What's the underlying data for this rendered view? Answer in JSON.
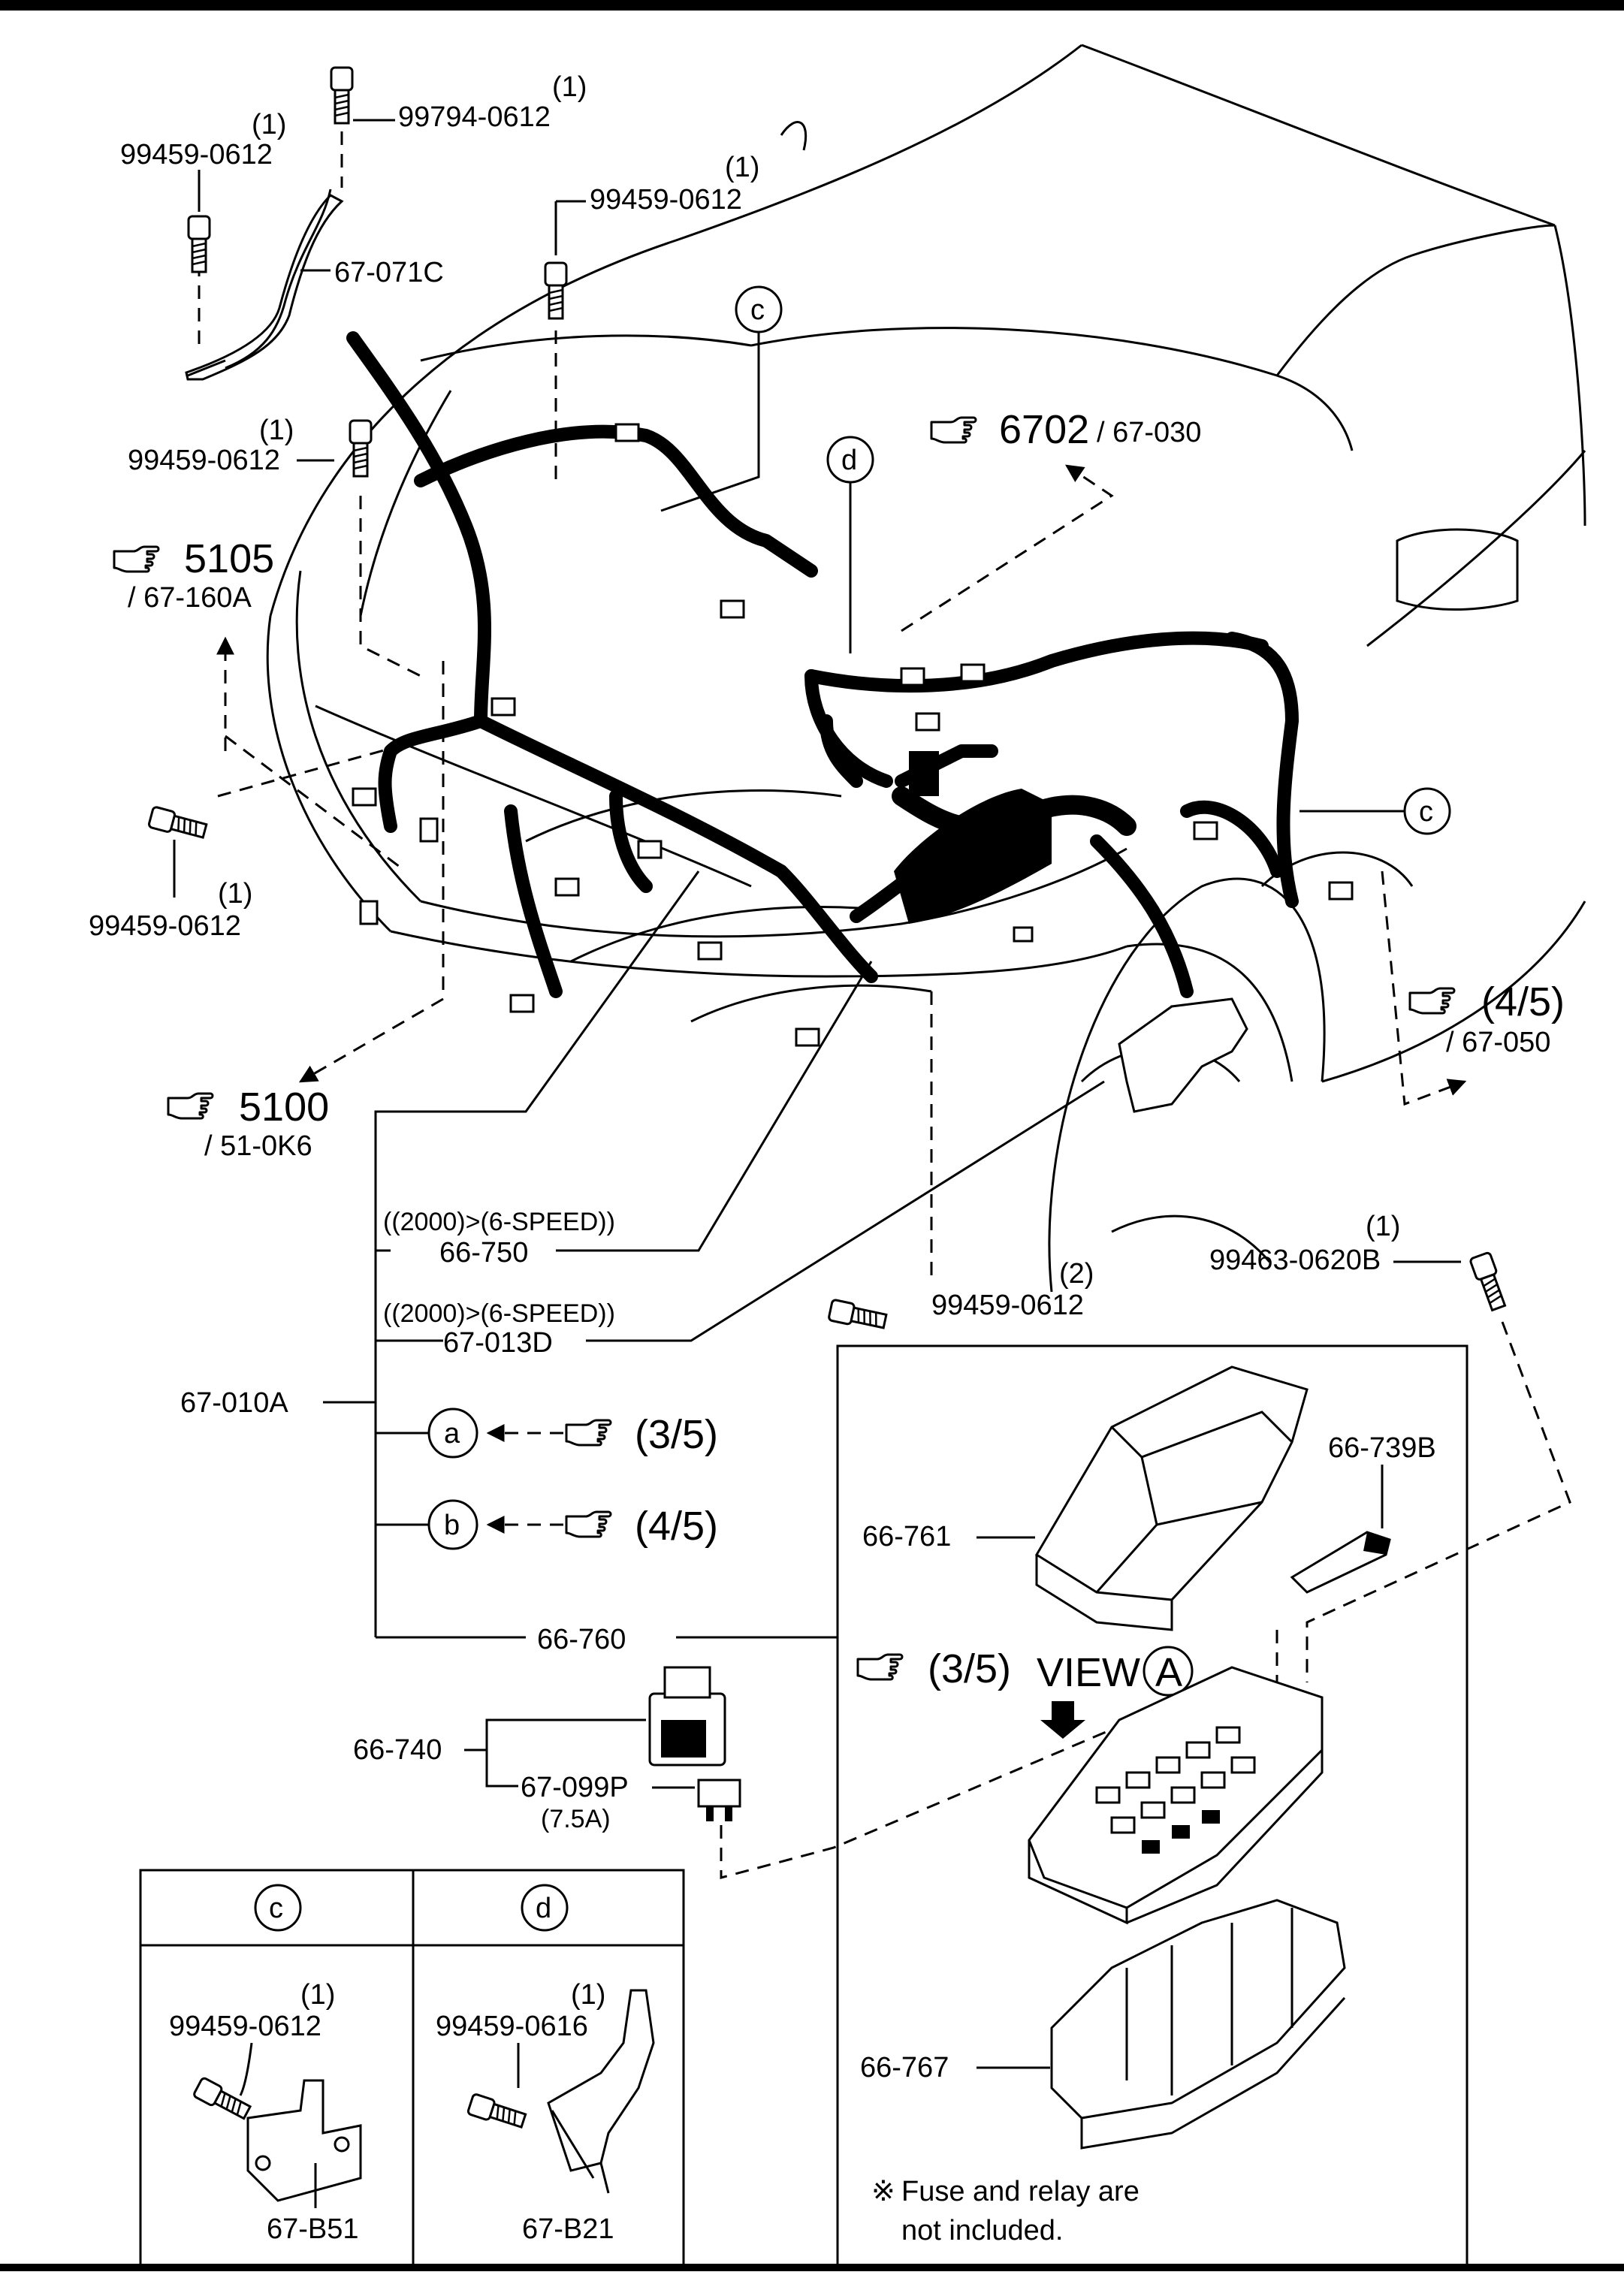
{
  "labels": {
    "bolt_tl_qty": "(1)",
    "bolt_tl_pn": "99459-0612",
    "bolt_top_qty": "(1)",
    "bolt_top_pn": "99794-0612",
    "bracket_pn": "67-071C",
    "bolt_tc_qty": "(1)",
    "bolt_tc_pn": "99459-0612",
    "bolt_ml_qty": "(1)",
    "bolt_ml_pn": "99459-0612",
    "bolt_ll_qty": "(1)",
    "bolt_ll_pn": "99459-0612",
    "bolt_fb_qty": "(2)",
    "bolt_fb_pn": "99459-0612",
    "bolt_fr_qty": "(1)",
    "bolt_fr_pn": "99463-0620B",
    "cond1": "((2000)>(6-SPEED))",
    "pn_66_750": "66-750",
    "cond2": "((2000)>(6-SPEED))",
    "pn_67_013d": "67-013D",
    "pn_67_010a": "67-010A",
    "pn_66_760": "66-760",
    "pn_66_761": "66-761",
    "pn_66_739b": "66-739B",
    "pn_66_767": "66-767",
    "pn_66_740": "66-740",
    "pn_67_099p": "67-099P",
    "rating": "(7.5A)",
    "view_ref": "(3/5)",
    "view_word": "VIEW",
    "view_letter": "A",
    "note_mark": "※",
    "note_line1": "Fuse and relay are",
    "note_line2": "not included."
  },
  "refs": {
    "r6702_big": "6702",
    "r6702_small": "/ 67-030",
    "r5105_big": "5105",
    "r5105_small": "/ 67-160A",
    "r5100_big": "5100",
    "r5100_small": "/ 51-0K6",
    "r45_big": "(4/5)",
    "r45_small": "/ 67-050",
    "ra_text": "(3/5)",
    "rb_text": "(4/5)"
  },
  "callouts": {
    "a": "a",
    "b": "b",
    "c": "c",
    "d": "d"
  },
  "detail_c": {
    "header": "c",
    "bolt_qty": "(1)",
    "bolt_pn": "99459-0612",
    "part": "67-B51"
  },
  "detail_d": {
    "header": "d",
    "bolt_qty": "(1)",
    "bolt_pn": "99459-0616",
    "part": "67-B21"
  },
  "icons": {
    "reference": "pointing-hand-icon",
    "arrow": "solid-down-arrow-icon"
  }
}
